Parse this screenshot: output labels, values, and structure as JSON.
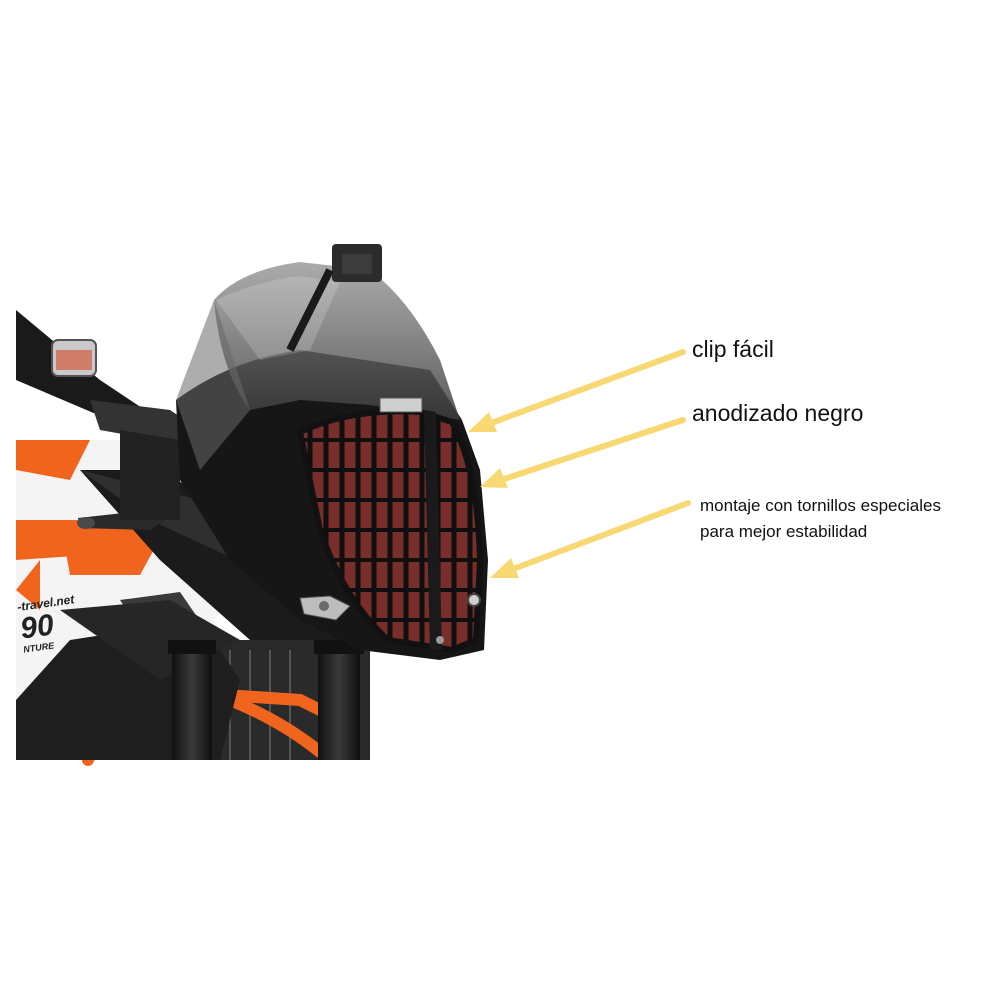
{
  "callouts": {
    "clip": "clip fácil",
    "anodized": "anodizado negro",
    "mount_line1": "montaje con tornillos especiales",
    "mount_line2": "para mejor estabilidad"
  },
  "decal": {
    "line1": "-travel.net",
    "line2": "90",
    "line3": "NTURE"
  },
  "colors": {
    "arrow": "#F8D873",
    "bike_orange": "#F0641E",
    "bike_black": "#1E1E1E",
    "grille_red": "#D8342A",
    "background": "#FFFFFF"
  }
}
